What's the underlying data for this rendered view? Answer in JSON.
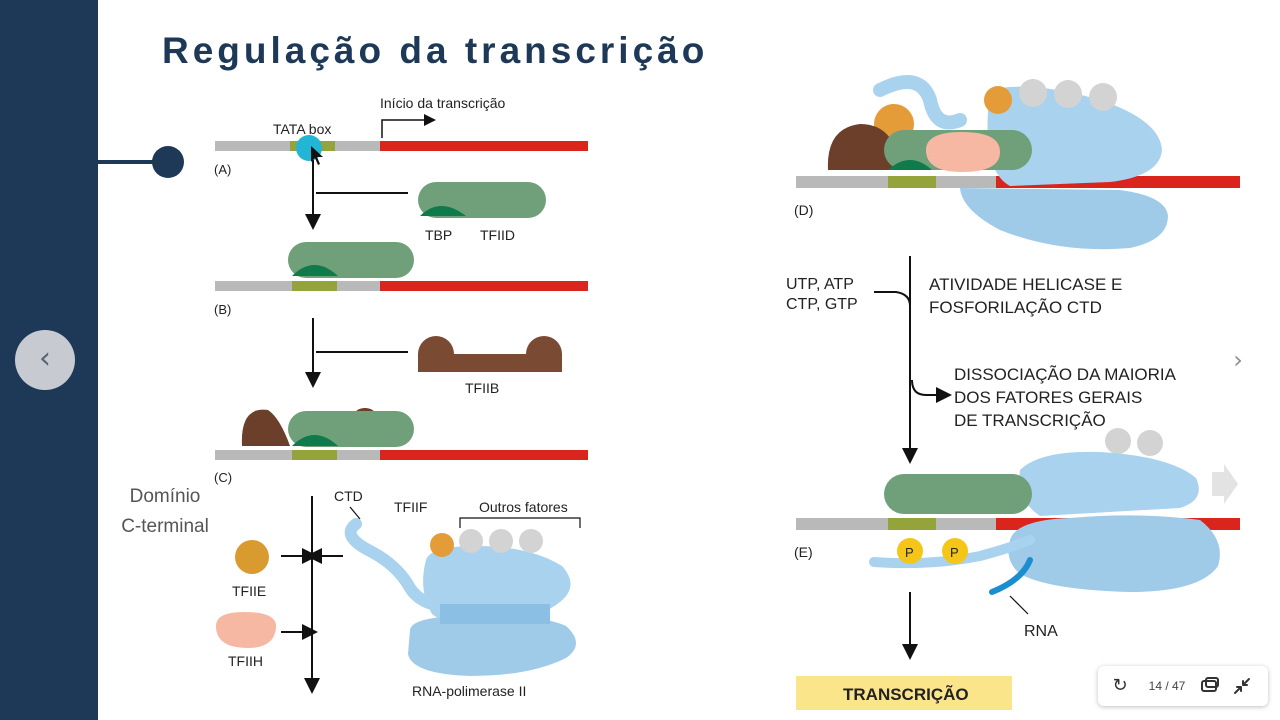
{
  "slide": {
    "title": "Regulação da transcrição",
    "side_note": [
      "Domínio",
      "C-terminal"
    ]
  },
  "figure": {
    "tata_box": "TATA box",
    "inicio": "Início da transcrição",
    "a": "(A)",
    "b": "(B)",
    "c": "(C)",
    "d": "(D)",
    "e": "(E)",
    "tbp": "TBP",
    "tfiid": "TFIID",
    "tfiib": "TFIIB",
    "ctd": "CTD",
    "tfiif": "TFIIF",
    "outros": "Outros fatores",
    "tfiie": "TFIIE",
    "tfiih": "TFIIH",
    "rnapol": "RNA-polimerase II",
    "ntp1": "UTP, ATP",
    "ntp2": "CTP, GTP",
    "helicase1": "ATIVIDADE HELICASE E",
    "helicase2": "FOSFORILAÇÃO CTD",
    "dissoc1": "DISSOCIAÇÃO DA MAIORIA",
    "dissoc2": "DOS FATORES GERAIS",
    "dissoc3": "DE TRANSCRIÇÃO",
    "p": "P",
    "rna": "RNA",
    "transcricao": "TRANSCRIÇÃO"
  },
  "nav": {
    "prev_icon": "chevron-left-icon",
    "next_icon": "chevron-right-icon"
  },
  "toolbar": {
    "page": "14 / 47"
  },
  "colors": {
    "navy": "#1e3957",
    "dna_red": "#d9251c",
    "tfiid_green": "#6fa07a",
    "tbp_green": "#0f7a4a",
    "tfiib_brown": "#7a4a33",
    "pol_blue": "#a9d2ee"
  }
}
